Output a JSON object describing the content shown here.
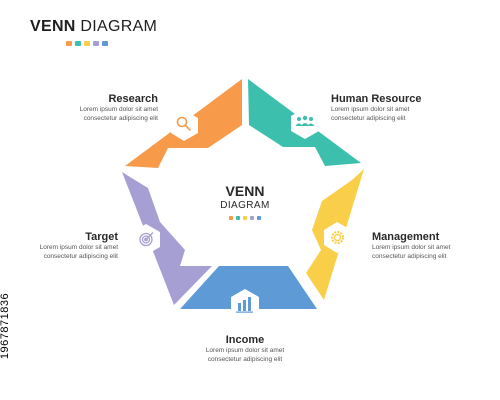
{
  "title": {
    "bold": "VENN",
    "light": "DIAGRAM"
  },
  "palette": [
    "#f79a4a",
    "#3dbfae",
    "#f9cf4a",
    "#a69fd3",
    "#5e9ad6"
  ],
  "center": {
    "line1": "VENN",
    "line2": "DIAGRAM"
  },
  "segments": [
    {
      "label": "Research",
      "description_line1": "Lorem ipsum dolor sit amet",
      "description_line2": "consectetur adipiscing elit",
      "color": "#f79a4a",
      "icon": "magnifier-icon"
    },
    {
      "label": "Human Resource",
      "description_line1": "Lorem ipsum dolor sit amet",
      "description_line2": "consectetur adipiscing elit",
      "color": "#3dbfae",
      "icon": "people-icon"
    },
    {
      "label": "Management",
      "description_line1": "Lorem ipsum dolor sit amet",
      "description_line2": "consectetur adipiscing elit",
      "color": "#f9cf4a",
      "icon": "gear-icon"
    },
    {
      "label": "Income",
      "description_line1": "Lorem ipsum dolor sit amet",
      "description_line2": "consectetur adipiscing elit",
      "color": "#5e9ad6",
      "icon": "bar-chart-icon"
    },
    {
      "label": "Target",
      "description_line1": "Lorem ipsum dolor sit amet",
      "description_line2": "consectetur adipiscing elit",
      "color": "#a69fd3",
      "icon": "target-icon"
    }
  ],
  "image_id": "1967871836"
}
